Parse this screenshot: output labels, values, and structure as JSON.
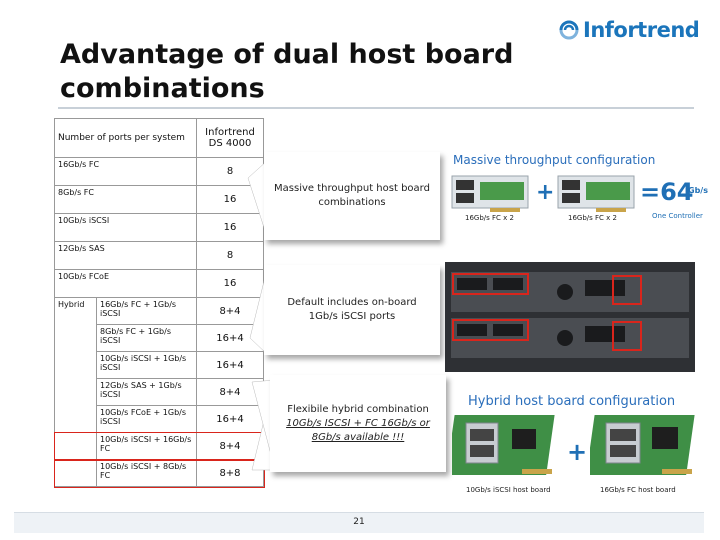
{
  "logo": {
    "text": "Infortrend"
  },
  "title": "Advantage of dual host board combinations",
  "table": {
    "header_name": "Number of ports per system",
    "header_value": "Infortrend DS 4000",
    "rows": [
      {
        "name": "16Gb/s FC",
        "value": "8"
      },
      {
        "name": "8Gb/s FC",
        "value": "16"
      },
      {
        "name": "10Gb/s iSCSI",
        "value": "16"
      },
      {
        "name": "12Gb/s SAS",
        "value": "8"
      },
      {
        "name": "10Gb/s FCoE",
        "value": "16"
      }
    ],
    "hybrid_label": "Hybrid",
    "hybrid_rows": [
      {
        "name": "16Gb/s FC + 1Gb/s iSCSI",
        "value": "8+4"
      },
      {
        "name": "8Gb/s FC + 1Gb/s iSCSI",
        "value": "16+4"
      },
      {
        "name": "10Gb/s iSCSI + 1Gb/s iSCSI",
        "value": "16+4"
      },
      {
        "name": "12Gb/s SAS + 1Gb/s iSCSI",
        "value": "8+4"
      },
      {
        "name": "10Gb/s FCoE + 1Gb/s iSCSI",
        "value": "16+4"
      },
      {
        "name": "10Gb/s iSCSI + 16Gb/s FC",
        "value": "8+4"
      },
      {
        "name": "10Gb/s iSCSI + 8Gb/s FC",
        "value": "8+8"
      }
    ]
  },
  "callouts": {
    "massive": "Massive throughput host board combinations",
    "default": "Default includes on-board 1Gb/s iSCSI ports",
    "hybrid_line1": "Flexibile hybrid combination",
    "hybrid_line2": "10Gb/s ISCSI + FC 16Gb/s or 8Gb/s available !!!"
  },
  "massive_config": {
    "title": "Massive throughput configuration",
    "card1_caption": "16Gb/s FC x 2",
    "card2_caption": "16Gb/s FC x 2",
    "plus": "+",
    "equals": "=64",
    "unit": "Gb/s",
    "subtext": "One Controller"
  },
  "hybrid_config": {
    "title": "Hybrid host board configuration",
    "card1_caption": "10Gb/s iSCSI host board",
    "card2_caption": "16Gb/s FC host board",
    "plus": "+"
  },
  "footer": {
    "page": "21"
  },
  "colors": {
    "accent": "#1b75bb",
    "highlight": "#d9251c"
  }
}
